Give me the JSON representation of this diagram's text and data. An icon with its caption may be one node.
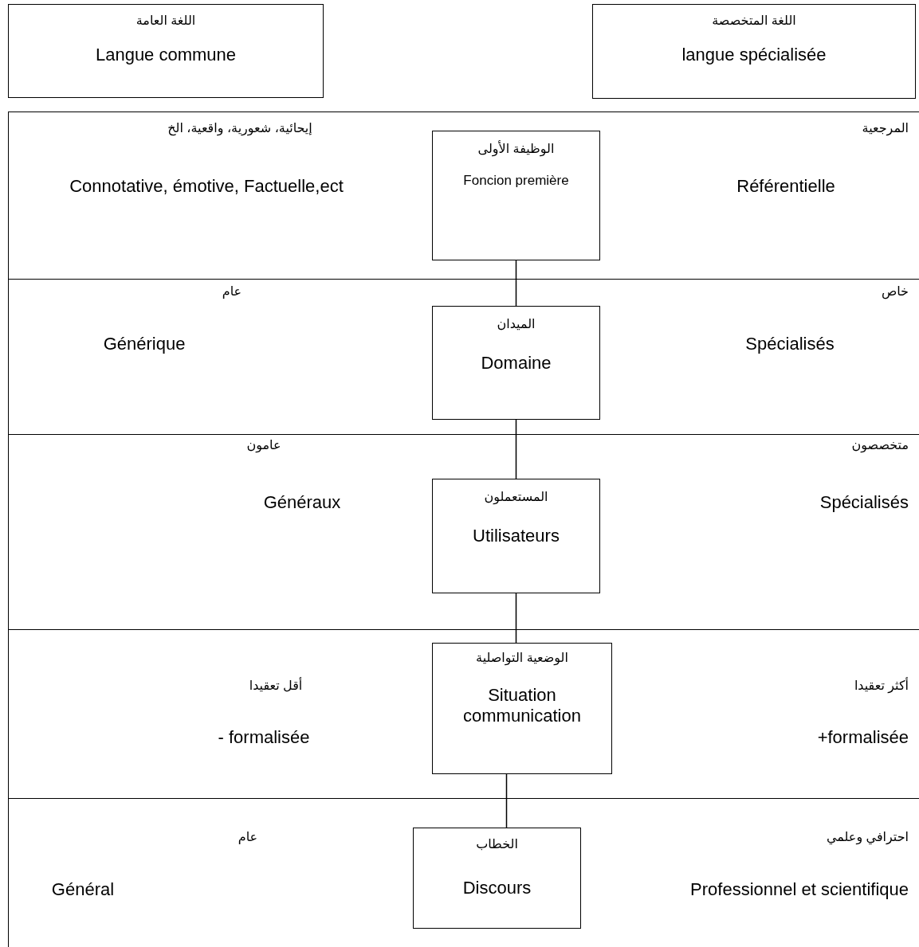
{
  "diagram": {
    "nodes": [
      {
        "text": [
          "اللغة العامة",
          "Langue commune"
        ]
      },
      {
        "text": [
          "اللغة المتخصصة",
          "langue spécialisée"
        ]
      },
      {
        "text": [
          "إيحائية، شعورية، واقعية، الخ",
          "Connotative, émotive, Factuelle,ect",
          "المرجعية",
          "Référentielle"
        ]
      },
      {
        "text": [
          "الوظيفة الأولى",
          "Foncion première"
        ],
        "in": 2
      },
      {
        "text": [
          "عام",
          "Générique",
          "خاص",
          "Spécialisés"
        ]
      },
      {
        "text": [
          "الميدان",
          "Domaine"
        ],
        "in": 4
      },
      {
        "text": [
          "عامون",
          "Généraux",
          "متخصصون",
          "Spécialisés"
        ]
      },
      {
        "text": [
          "المستعملون",
          "Utilisateurs"
        ],
        "in": 6
      },
      {
        "text": [
          "أقل تعقيدا",
          "- formalisée",
          "أكثر تعقيدا",
          "+formalisée"
        ]
      },
      {
        "text": [
          "الوضعية التواصلية",
          "Situation communication"
        ],
        "in": 8
      },
      {
        "text": [
          "عام",
          "Général",
          "احترافي وعلمي",
          "Professionnel et scientifique"
        ]
      },
      {
        "text": [
          "الخطاب",
          "Discours"
        ],
        "in": 10
      }
    ],
    "edges": [
      {
        "from": 3,
        "to": 5,
        "arrow": "none"
      },
      {
        "from": 5,
        "to": 7,
        "arrow": "none"
      },
      {
        "from": 7,
        "to": 9,
        "arrow": "none"
      },
      {
        "from": 9,
        "to": 11,
        "arrow": "none"
      }
    ]
  }
}
